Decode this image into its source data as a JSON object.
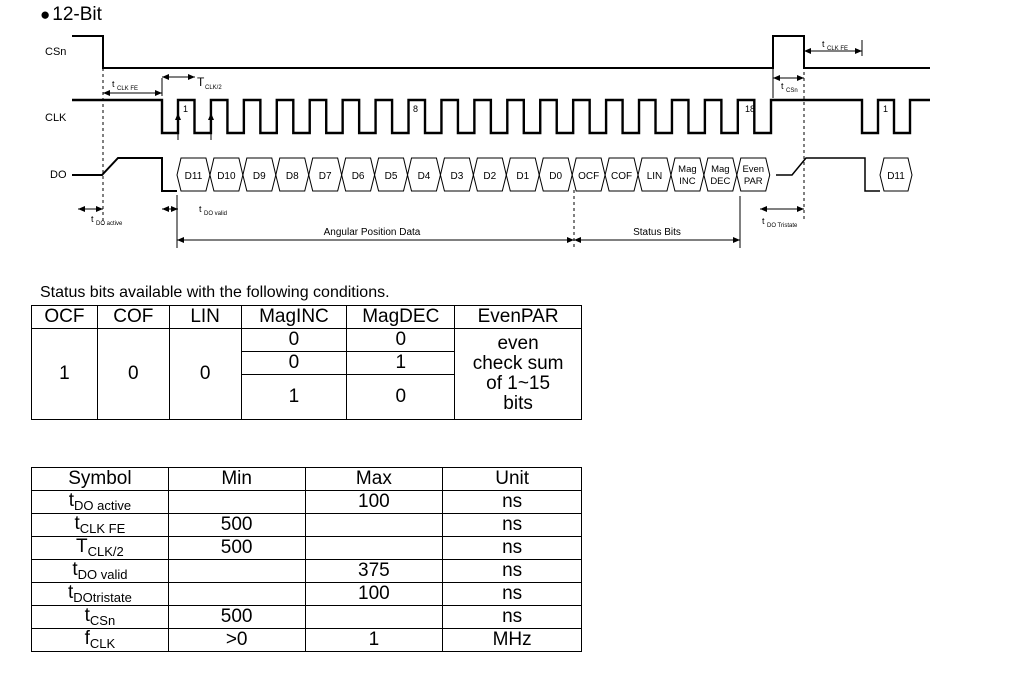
{
  "heading": {
    "bullet": "●",
    "text": "12-Bit"
  },
  "diagram": {
    "signals": [
      "CSn",
      "CLK",
      "DO"
    ],
    "bit_cells": [
      "D11",
      "D10",
      "D9",
      "D8",
      "D7",
      "D6",
      "D5",
      "D4",
      "D3",
      "D2",
      "D1",
      "D0",
      "OCF",
      "COF",
      "LIN",
      [
        "Mag",
        "INC"
      ],
      [
        "Mag",
        "DEC"
      ],
      [
        "Even",
        "PAR"
      ]
    ],
    "trailing_cell": "D11",
    "clock_markers": [
      "1",
      "8",
      "18",
      "1"
    ],
    "timing_labels": {
      "tclkfe_left": [
        "t",
        "CLK FE"
      ],
      "tclk2": [
        "T",
        "CLK/2"
      ],
      "tclkfe_right": [
        "t",
        "CLK FE"
      ],
      "tcsn": [
        "t",
        "CSn"
      ],
      "tdo_active": [
        "t",
        "DO active"
      ],
      "tdo_valid": [
        "t",
        "DO valid"
      ],
      "tdo_tristate": [
        "t",
        "DO Tristate"
      ]
    },
    "spans": {
      "angular": "Angular Position Data",
      "status": "Status Bits"
    }
  },
  "status_table": {
    "caption": "Status bits available with the following conditions.",
    "headers": [
      "OCF",
      "COF",
      "LIN",
      "MagINC",
      "MagDEC",
      "EvenPAR"
    ],
    "ocf": "1",
    "cof": "0",
    "lin": "0",
    "mag_rows": [
      [
        "0",
        "0"
      ],
      [
        "0",
        "1"
      ],
      [
        "1",
        "0"
      ]
    ],
    "evenpar": [
      "even",
      "check sum",
      "of 1~15",
      "bits"
    ]
  },
  "timing_table": {
    "headers": [
      "Symbol",
      "Min",
      "Max",
      "Unit"
    ],
    "rows": [
      {
        "sym_base": "t",
        "sym_sub": "DO active",
        "min": "",
        "max": "100",
        "unit": "ns"
      },
      {
        "sym_base": "t",
        "sym_sub": "CLK FE",
        "min": "500",
        "max": "",
        "unit": "ns"
      },
      {
        "sym_base": "T",
        "sym_sub": "CLK/2",
        "min": "500",
        "max": "",
        "unit": "ns"
      },
      {
        "sym_base": "t",
        "sym_sub": "DO valid",
        "min": "",
        "max": "375",
        "unit": "ns"
      },
      {
        "sym_base": "t",
        "sym_sub": "DOtristate",
        "min": "",
        "max": "100",
        "unit": "ns"
      },
      {
        "sym_base": "t",
        "sym_sub": "CSn",
        "min": "500",
        "max": "",
        "unit": "ns"
      },
      {
        "sym_base": "f",
        "sym_sub": "CLK",
        "min": ">0",
        "max": "1",
        "unit": "MHz"
      }
    ]
  }
}
